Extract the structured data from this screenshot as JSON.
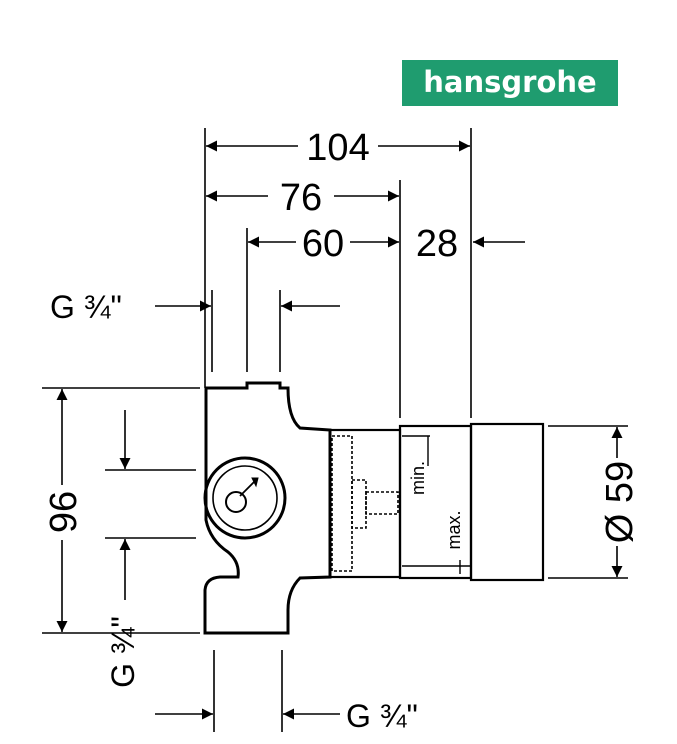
{
  "brand": {
    "name": "hansgrohe",
    "color": "#1f9c6f"
  },
  "dimensions": {
    "overall_width": "104",
    "body_width": "76",
    "inner_width": "60",
    "extension": "28",
    "height": "96",
    "diameter": "Ø 59"
  },
  "connections": {
    "top": "G ¾\"",
    "left": "G ¾\"",
    "bottom": "G ¾\""
  },
  "labels": {
    "min": "min.",
    "max": "max."
  }
}
